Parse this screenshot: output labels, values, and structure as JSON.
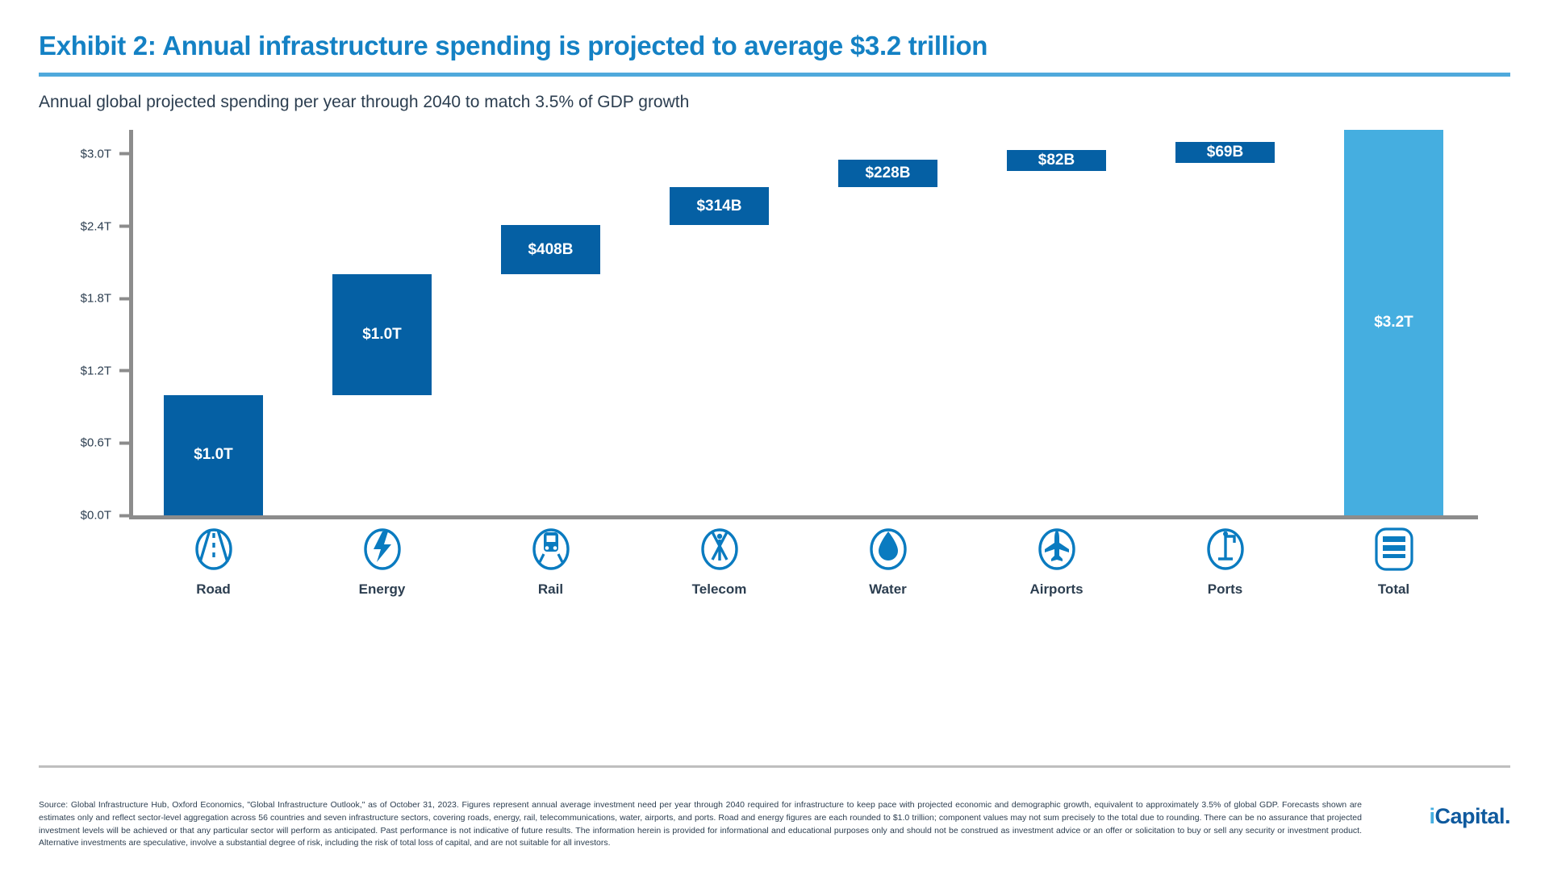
{
  "header": {
    "title": "Exhibit 2: Annual infrastructure spending is projected to average $3.2 trillion",
    "subtitle": "Annual global projected spending per year through 2040 to match 3.5% of GDP growth"
  },
  "chart_data": {
    "type": "bar",
    "subtype": "waterfall",
    "title": "Exhibit 2: Annual infrastructure spending is projected to average $3.2 trillion",
    "subtitle": "Annual global projected spending per year through 2040 to match 3.5% of GDP growth",
    "xlabel": "",
    "ylabel": "",
    "ylim": [
      0,
      3.2
    ],
    "grid": false,
    "legend": "none",
    "categories": [
      "Road",
      "Energy",
      "Rail",
      "Telecom",
      "Water",
      "Airports",
      "Ports",
      "Total"
    ],
    "value_labels": [
      "$1.0T",
      "$1.0T",
      "$408B",
      "$314B",
      "$228B",
      "$82B",
      "$69B",
      "$3.2T"
    ],
    "values_trillions": [
      1.0,
      1.0,
      0.408,
      0.314,
      0.228,
      0.082,
      0.069,
      3.2
    ],
    "cumulative_start": [
      0,
      1.0,
      2.0,
      2.408,
      2.722,
      2.95,
      3.032,
      0
    ],
    "cumulative_end": [
      1.0,
      2.0,
      2.408,
      2.722,
      2.95,
      3.032,
      3.101,
      3.2
    ],
    "ytick_labels": [
      "$0.0T",
      "$0.6T",
      "$1.2T",
      "$1.8T",
      "$2.4T",
      "$3.0T"
    ],
    "ytick_values": [
      0.0,
      0.6,
      1.2,
      1.8,
      2.4,
      3.0
    ],
    "icons": [
      "road-icon",
      "energy-icon",
      "rail-icon",
      "telecom-icon",
      "water-icon",
      "airport-icon",
      "ports-icon",
      "total-icon"
    ],
    "colors": {
      "step_bar": "#0560A4",
      "total_bar": "#45AEE0",
      "axis": "#8C8C8C",
      "accent": "#1481C4",
      "rule": "#4FA9DC"
    }
  },
  "footnote": {
    "text": "Source: Global Infrastructure Hub, Oxford Economics, \"Global Infrastructure Outlook,\" as of October 31, 2023. Figures represent annual average investment need per year through 2040 required for infrastructure to keep pace with projected economic and demographic growth, equivalent to approximately 3.5% of global GDP. Forecasts shown are estimates only and reflect sector-level aggregation across 56 countries and seven infrastructure sectors, covering roads, energy, rail, telecommunications, water, airports, and ports. Road and energy figures are each rounded to $1.0 trillion; component values may not sum precisely to the total due to rounding. There can be no assurance that projected investment levels will be achieved or that any particular sector will perform as anticipated. Past performance is not indicative of future results. The information herein is provided for informational and educational purposes only and should not be construed as investment advice or an offer or solicitation to buy or sell any security or investment product. Alternative investments are speculative, involve a substantial degree of risk, including the risk of total loss of capital, and are not suitable for all investors."
  },
  "logo": {
    "mark": "i",
    "name": "Capital."
  }
}
